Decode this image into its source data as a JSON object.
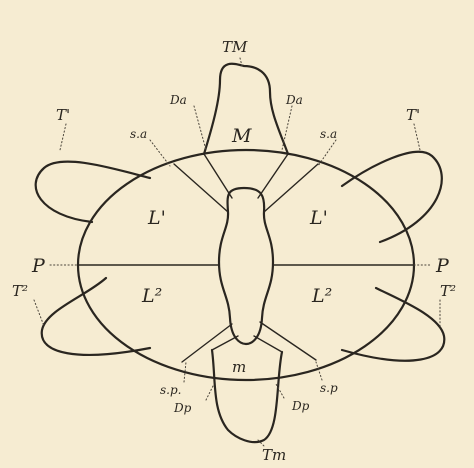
{
  "diagram": {
    "labels": {
      "tm_top": "TM",
      "m_top": "M",
      "da_left": "Da",
      "da_right": "Da",
      "sa_left": "s.a",
      "sa_right": "s.a",
      "t1_left": "T'",
      "t1_right": "T'",
      "l1_left": "L'",
      "l1_right": "L'",
      "p_left": "P",
      "p_right": "P",
      "l2_left": "L²",
      "l2_right": "L²",
      "t2_left": "T²",
      "t2_right": "T²",
      "sp_left": "s.p.",
      "sp_right": "s.p",
      "m_bottom": "m",
      "dp_left": "Dp",
      "dp_right": "Dp",
      "tm_bottom": "Tm"
    },
    "colors": {
      "background": "#f6ecd2",
      "ink": "#2a2620"
    }
  }
}
